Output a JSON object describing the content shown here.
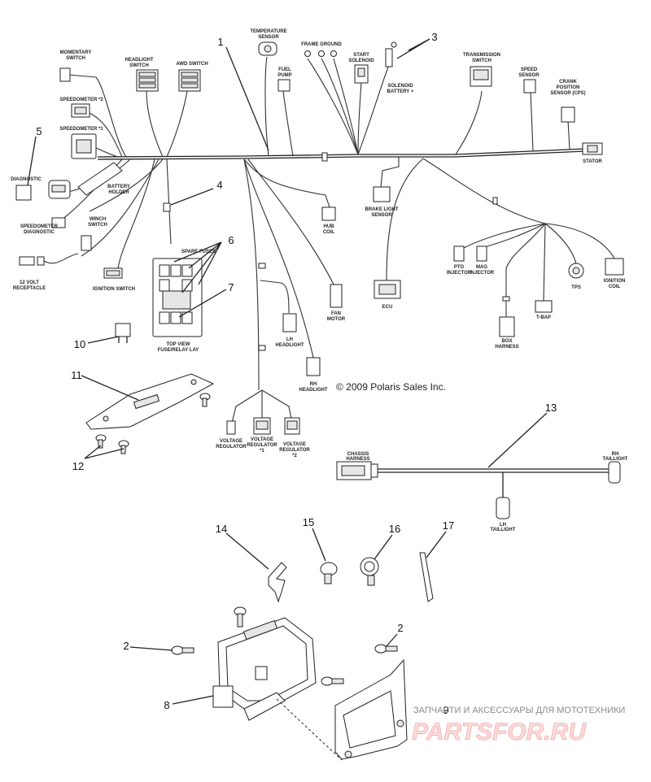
{
  "labels": {
    "momentary_switch": [
      "MOMENTARY",
      "SWITCH"
    ],
    "headlight_switch": [
      "HEADLIGHT",
      "SWITCH"
    ],
    "awd_switch": [
      "AWD SWITCH"
    ],
    "temperature_sensor": [
      "TEMPERATURE",
      "SENSOR"
    ],
    "frame_ground": [
      "FRAME GROUND"
    ],
    "start_solenoid": [
      "START",
      "SOLENOID"
    ],
    "fuel_pump": [
      "FUEL",
      "PUMP"
    ],
    "solenoid_battery": [
      "SOLENOID",
      "BATTERY +"
    ],
    "transmission_switch": [
      "TRANSMISSION",
      "SWITCH"
    ],
    "speed_sensor": [
      "SPEED",
      "SENSOR"
    ],
    "crank_sensor": [
      "CRANK",
      "POSITION",
      "SENSOR (CPS)"
    ],
    "speedometer_2": [
      "SPEEDOMETER *2"
    ],
    "speedometer_1": [
      "SPEEDOMETER *1"
    ],
    "stator": [
      "STATOR"
    ],
    "diagnostic": [
      "DIAGNOSTIC"
    ],
    "battery_holder": [
      "BATTERY",
      "HOLDER"
    ],
    "speedometer_diagnostic": [
      "SPEEDOMETER",
      "DIAGNOSTIC"
    ],
    "winch_switch": [
      "WINCH",
      "SWITCH"
    ],
    "receptacle": [
      "12 VOLT",
      "RECEPTACLE"
    ],
    "ignition_switch": [
      "IGNITION SWITCH"
    ],
    "spare_fuses": [
      "SPARE FUSES"
    ],
    "top_view": [
      "TOP VIEW",
      "FUSE/RELAY LAY"
    ],
    "hub_coil": [
      "HUB",
      "COIL"
    ],
    "brake_light_sensor": [
      "BRAKE LIGHT",
      "SENSOR"
    ],
    "fan_motor": [
      "FAN",
      "MOTOR"
    ],
    "ecu": [
      "ECU"
    ],
    "pto_injector": [
      "PTO",
      "INJECTOR"
    ],
    "mag_injector": [
      "MAG",
      "INJECTOR"
    ],
    "tps": [
      "TPS"
    ],
    "ignition_coil": [
      "IGNITION",
      "COIL"
    ],
    "t_bap": [
      "T-BAP"
    ],
    "box_harness": [
      "BOX",
      "HARNESS"
    ],
    "lh_headlight": [
      "LH",
      "HEADLIGHT"
    ],
    "rh_headlight": [
      "RH",
      "HEADLIGHT"
    ],
    "voltage_regulator": [
      "VOLTAGE",
      "REGULATOR"
    ],
    "voltage_regulator_1": [
      "VOLTAGE",
      "REGULATOR",
      "*1"
    ],
    "voltage_regulator_2": [
      "VOLTAGE",
      "REGULATOR",
      "*2"
    ],
    "chassis_harness": [
      "CHASSIS",
      "HARNESS"
    ],
    "rh_taillight": [
      "RH",
      "TAILLIGHT"
    ],
    "lh_taillight": [
      "LH",
      "TAILLIGHT"
    ]
  },
  "callouts": [
    "1",
    "2",
    "3",
    "4",
    "5",
    "6",
    "7",
    "8",
    "9",
    "10",
    "11",
    "12",
    "13",
    "14",
    "15",
    "16",
    "17"
  ],
  "copyright": "© 2009 Polaris Sales Inc.",
  "watermark": {
    "line1": "ЗАПЧАСТИ И АКСЕССУАРЫ ДЛЯ МОТОТЕХНИКИ",
    "line2": "PARTSFOR.RU"
  }
}
